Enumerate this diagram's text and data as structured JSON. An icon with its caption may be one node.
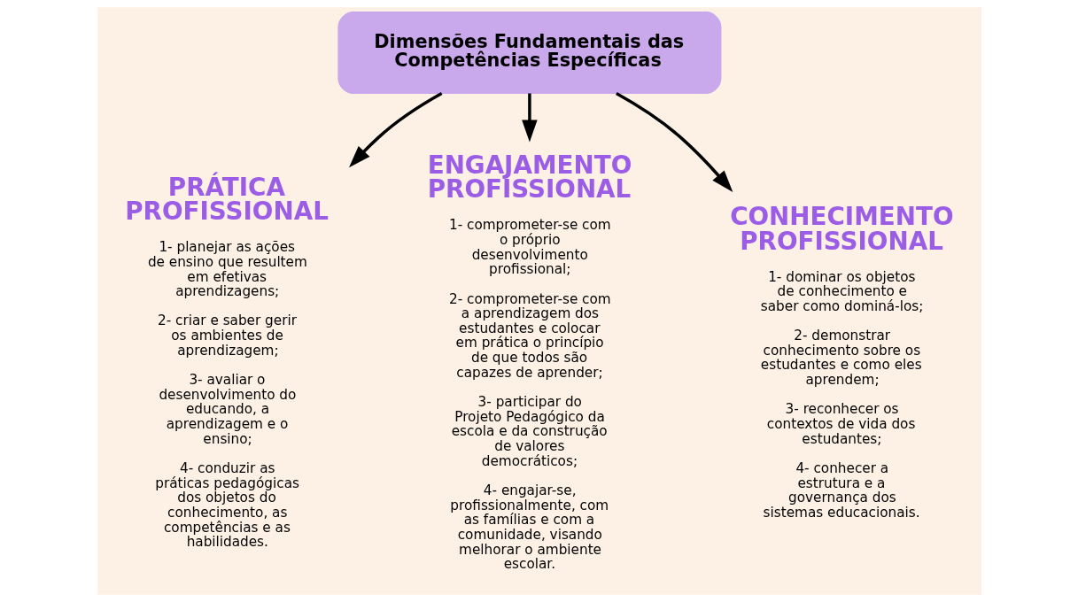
{
  "diagram": {
    "nodes": [
      {
        "text": [
          "Dimensões Fundamentais das Competências Específicas"
        ]
      },
      {
        "text": [
          "PRÁTICA PROFISSIONAL"
        ],
        "beside": [
          "1- planejar as ações de ensino que resultem em efetivas aprendizagens;",
          "2- criar e saber gerir os ambientes de aprendizagem;",
          "3- avaliar o desenvolvimento do educando, a aprendizagem e o ensino;",
          "4- conduzir as práticas pedagógicas dos objetos do conhecimento, as competências e as habilidades."
        ]
      },
      {
        "text": [
          "ENGAJAMENTO PROFISSIONAL"
        ],
        "beside": [
          "1- comprometer-se com o próprio desenvolvimento profissional;",
          "2- comprometer-se com a aprendizagem dos estudantes e colocar em prática o princípio de que todos são capazes de aprender;",
          "3- participar do Projeto Pedagógico da escola e da construção de valores democráticos;",
          "4- engajar-se, profissionalmente, com as famílias e com a comunidade, visando melhorar o ambiente escolar."
        ]
      },
      {
        "text": [
          "CONHECIMENTO PROFISSIONAL"
        ],
        "beside": [
          "1- dominar os objetos de conhecimento e saber como dominá-los;",
          "2- demonstrar conhecimento sobre os estudantes e como eles aprendem;",
          "3- reconhecer os contextos de vida dos estudantes;",
          "4- conhecer a estrutura e a governança dos sistemas educacionais."
        ]
      }
    ],
    "edges": [
      {
        "from": 0,
        "to": 1,
        "arrow": "to"
      },
      {
        "from": 0,
        "to": 2,
        "arrow": "to"
      },
      {
        "from": 0,
        "to": 3,
        "arrow": "to"
      }
    ]
  }
}
